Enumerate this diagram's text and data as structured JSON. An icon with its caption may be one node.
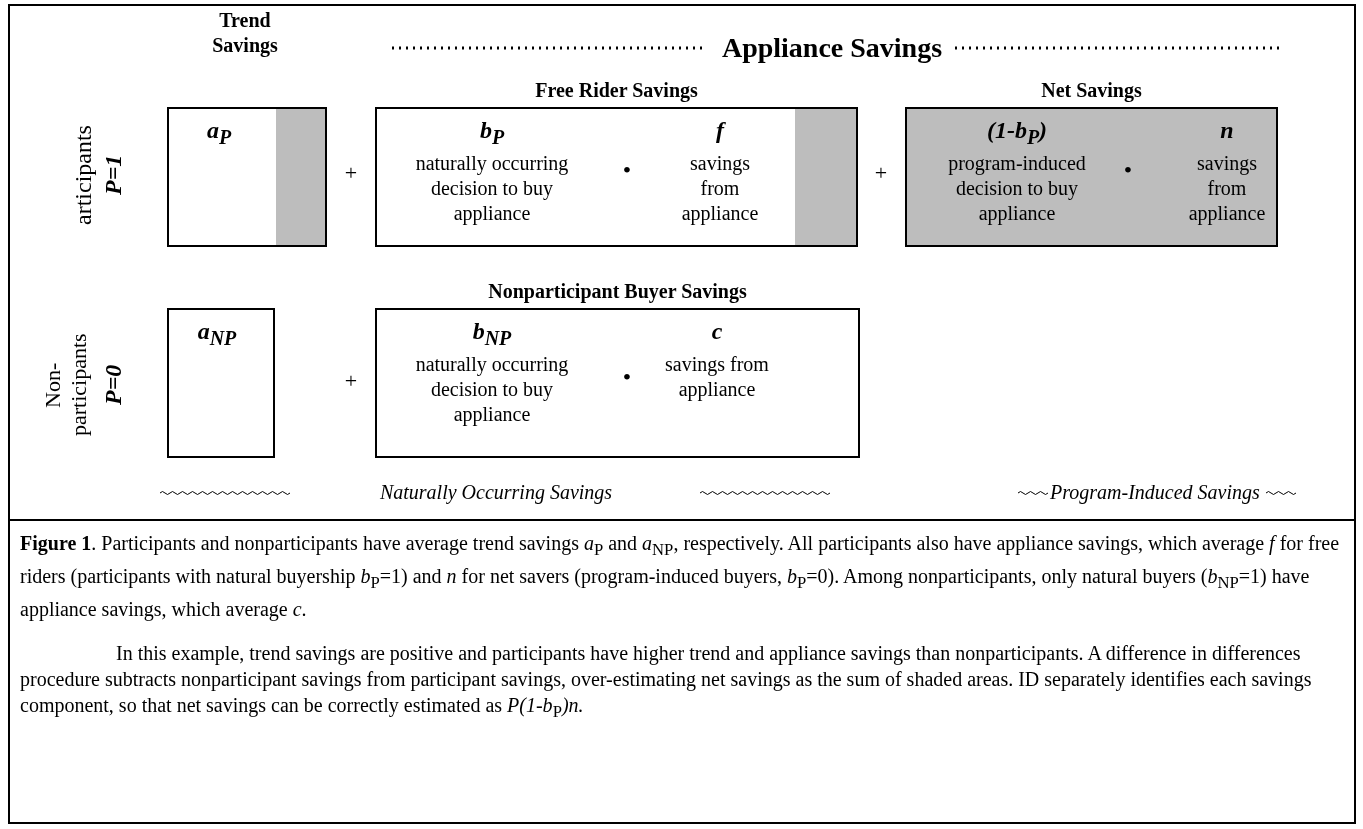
{
  "diagram": {
    "caption": "**Figure 1**.  Participants and nonparticipants have average trend savings *a*$_{P}$ and *a*$_{NP}$, respectively.  All participants also have appliance savings, which average *f* for free riders (participants with natural buyership *b*$_{P}$=1) and *n* for net savers (program-induced buyers, *b*$_{P}$=0).  Among nonparticipants, only natural buyers (*b*$_{NP}$=1) have appliance savings, which average *c*.",
    "nodes": [
      {
        "text": [
          "a$_{P}$"
        ]
      },
      {
        "text": [
          "Free Rider Savings",
          "b$_{P}$",
          "naturally occurring decision to buy appliance",
          "f",
          "savings from appliance"
        ]
      },
      {
        "text": [
          "Net Savings",
          "(1-b$_{P}$)",
          "program-induced decision to buy appliance",
          "n",
          "savings from appliance"
        ]
      },
      {
        "text": [
          "a$_{NP}$"
        ]
      },
      {
        "text": [
          "Nonparticipant Buyer Savings",
          "b$_{NP}$",
          "naturally occurring decision to buy appliance",
          "c",
          "savings from appliance"
        ]
      }
    ],
    "edges": [],
    "labels": [
      "Trend Savings",
      "Appliance Savings",
      "articipants",
      "P=1",
      "+",
      "•",
      "+",
      "•",
      "Non- participants",
      "P=0",
      "+",
      "•",
      "Naturally Occurring Savings",
      "Program-Induced Savings",
      "In this example, trend savings are positive and participants have higher trend and appliance savings than nonparticipants.  A difference in differences procedure subtracts nonparticipant savings from participant savings, over-estimating net savings as the sum of shaded areas.  ID separately identifies each savings component, so that net savings can be correctly estimated as *P(1-b*$_{P}$*)n.*"
    ]
  }
}
